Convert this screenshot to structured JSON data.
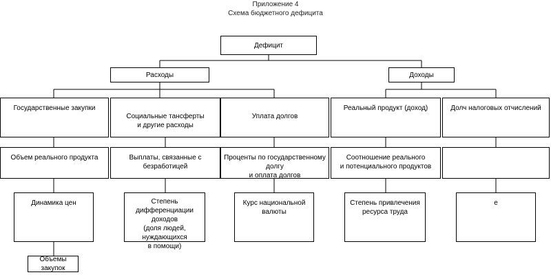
{
  "header": {
    "appendix": "Приложение 4",
    "title": "Схема бюджетного дефицита"
  },
  "nodes": {
    "deficit": "Дефицит",
    "expenses": "Расходы",
    "revenues": "Доходы",
    "gov_purchases": "Государственные закупки",
    "social_transfers": "Социальные тансферты\nи другие расходы",
    "debt_payment": "Уплата долгов",
    "real_product": "Реальный продукт (доход)",
    "tax_share": "Долч налоговых отчислений",
    "real_product_volume": "Объем реального продукта",
    "unemployment_payments": "Выплаты, связанные с\nбезработицей",
    "debt_interest": "Проценты по государственному долгу\nи оплата долгов",
    "real_potential_ratio": "Соотношение реального\nи потенциального продуктов",
    "empty_box": "",
    "price_dynamics": "Динамика цен",
    "income_differentiation": "Степень дифференциации\nдоходов\n(доля людей, нуждающихся\nв помощи)",
    "currency_rate": "Курс национальной валюты",
    "labor_involvement": "Степень привлечения\nресурса труда",
    "e_box": "е",
    "purchase_volumes": "Объемы закупок"
  }
}
